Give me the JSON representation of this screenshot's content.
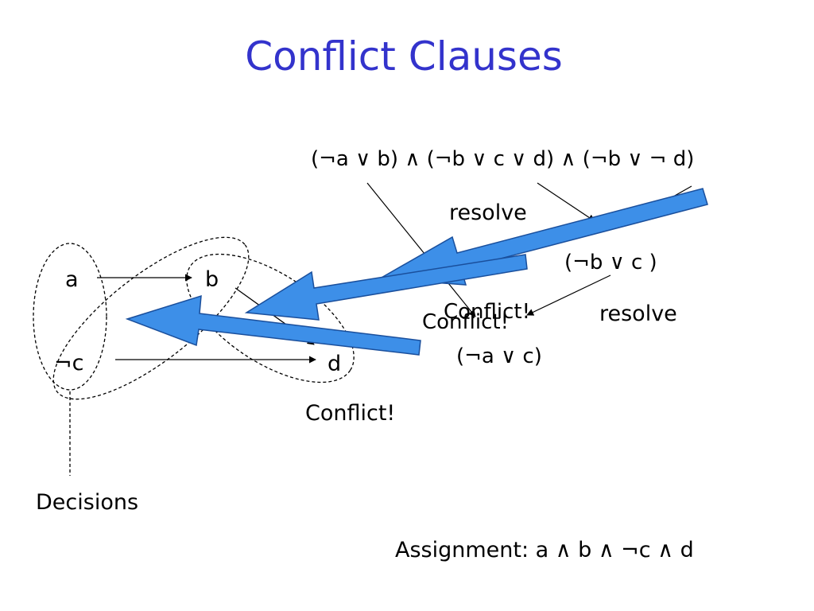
{
  "slide": {
    "title": "Conflict Clauses",
    "formula": "(¬a ∨ b) ∧ (¬b ∨ c ∨ d) ∧ (¬b ∨ ¬ d)",
    "resolve_label_1": "resolve",
    "resolve_label_2": "resolve",
    "resolvent_1": "(¬b ∨ c )",
    "resolvent_2": "(¬a ∨ c)",
    "conflict_label_overlap_a": "Conflict!",
    "conflict_label_overlap_b": "Conflict!",
    "conflict_label_graph": "Conflict!",
    "decisions_label": "Decisions",
    "assignment": "Assignment: a ∧ b ∧ ¬c ∧ d",
    "graph": {
      "node_a": "a",
      "node_b": "b",
      "node_not_c": "¬c",
      "node_d": "d"
    },
    "colors": {
      "title": "#3333cc",
      "big_arrow_fill": "#3d8fe8",
      "big_arrow_stroke": "#1a4f9c",
      "text": "#000000"
    }
  }
}
